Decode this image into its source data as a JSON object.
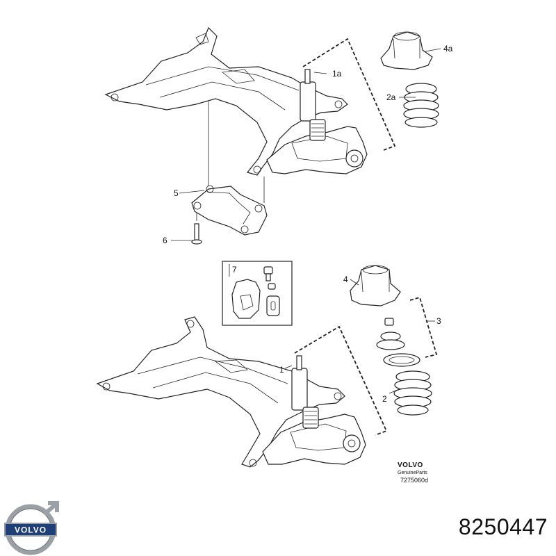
{
  "callouts": {
    "c1a": "1a",
    "c2a": "2a",
    "c4a": "4a",
    "c5": "5",
    "c6": "6",
    "c7": "7",
    "c4": "4",
    "c3": "3",
    "c1": "1",
    "c2": "2"
  },
  "footer": {
    "brand": "VOLVO",
    "subtitle": "GenuineParts",
    "drawing_number": "7275060d"
  },
  "logo": {
    "wordmark": "VOLVO"
  },
  "part_number": "8250447",
  "colors": {
    "line": "#222222",
    "logo_silver": "#9aa0a6",
    "logo_blue": "#1f3f78"
  }
}
